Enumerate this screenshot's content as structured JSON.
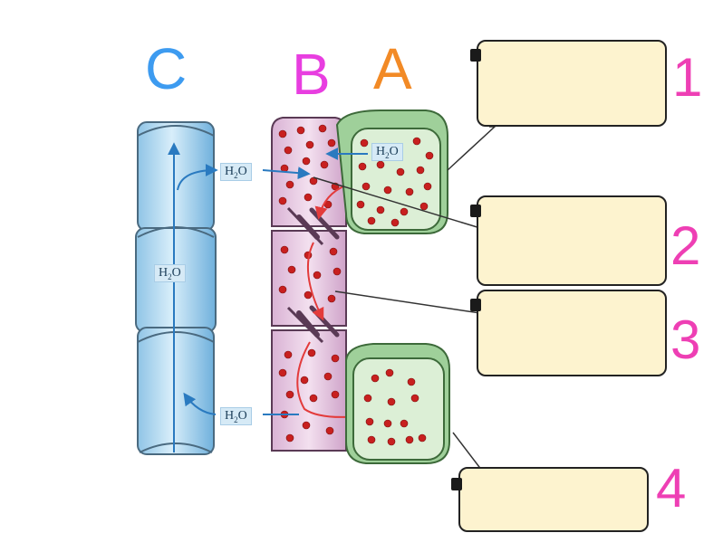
{
  "letters": {
    "c": {
      "text": "C",
      "color": "#3d9bf0"
    },
    "b": {
      "text": "B",
      "color": "#e83ee0"
    },
    "a": {
      "text": "A",
      "color": "#f28a26"
    }
  },
  "numbers": {
    "n1": {
      "text": "1",
      "color": "#ee3fb4"
    },
    "n2": {
      "text": "2",
      "color": "#ee3fb4"
    },
    "n3": {
      "text": "3",
      "color": "#ee3fb4"
    },
    "n4": {
      "text": "4",
      "color": "#ee3fb4"
    }
  },
  "water_labels": {
    "main": "H",
    "sub": "2",
    "tail": "O"
  },
  "colors": {
    "xylem": "#bcdff2",
    "phloem": "#ecd2e6",
    "companion": "#d8efd5",
    "sugar": "#c8201f",
    "water_arrow": "#2a7ac0",
    "sugar_arrow": "#e33b3b",
    "label_fill": "#fdf3cf"
  }
}
